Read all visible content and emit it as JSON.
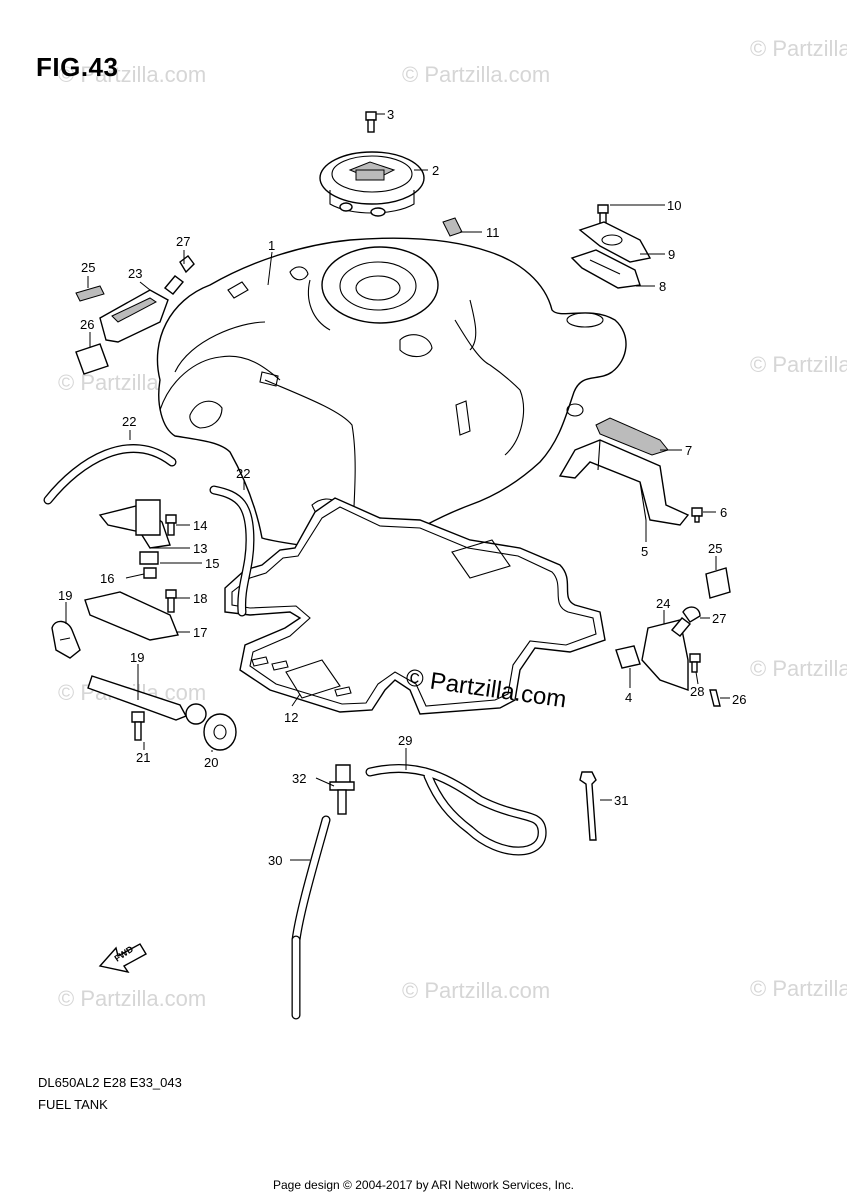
{
  "figure": {
    "title": "FIG.43",
    "model_code": "DL650AL2 E28 E33_043",
    "section_name": "FUEL TANK",
    "credit": "Page design © 2004-2017 by ARI Network Services, Inc."
  },
  "watermarks": {
    "faint": "© Partzilla.com",
    "main": "© Partzilla.com"
  },
  "direction_marker": "FWD",
  "part_labels": {
    "p1": "1",
    "p2": "2",
    "p3": "3",
    "p4": "4",
    "p5": "5",
    "p6": "6",
    "p7": "7",
    "p8": "8",
    "p9": "9",
    "p10": "10",
    "p11": "11",
    "p12": "12",
    "p13": "13",
    "p14": "14",
    "p15": "15",
    "p16": "16",
    "p17": "17",
    "p18": "18",
    "p19a": "19",
    "p19b": "19",
    "p20": "20",
    "p21": "21",
    "p22a": "22",
    "p22b": "22",
    "p23": "23",
    "p24": "24",
    "p25a": "25",
    "p25b": "25",
    "p26a": "26",
    "p26b": "26",
    "p27a": "27",
    "p27b": "27",
    "p28": "28",
    "p29": "29",
    "p30": "30",
    "p31": "31",
    "p32": "32"
  }
}
